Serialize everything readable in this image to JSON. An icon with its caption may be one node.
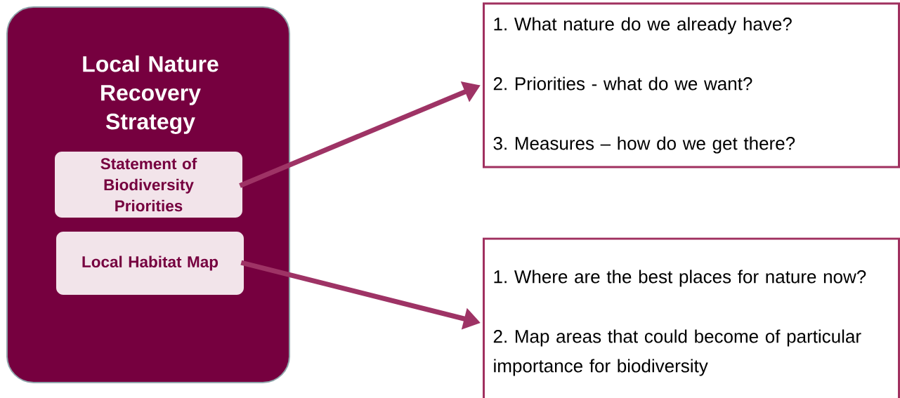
{
  "diagram": {
    "nodes": [
      {
        "text": [
          "Local Nature Recovery Strategy"
        ]
      },
      {
        "text": [
          "Statement of Biodiversity Priorities"
        ],
        "in": 0
      },
      {
        "text": [
          "Local Habitat Map"
        ],
        "in": 0
      },
      {
        "text": [
          "1. What nature do we already have?",
          "2. Priorities - what do we want?",
          "3. Measures – how do we get there?"
        ]
      },
      {
        "text": [
          "1. Where are the best places for nature now?",
          "2. Map areas that could become of particular importance for biodiversity"
        ]
      }
    ],
    "edges": [
      {
        "from": 1,
        "to": 3,
        "arrow": "to"
      },
      {
        "from": 2,
        "to": 4,
        "arrow": "to"
      }
    ]
  }
}
